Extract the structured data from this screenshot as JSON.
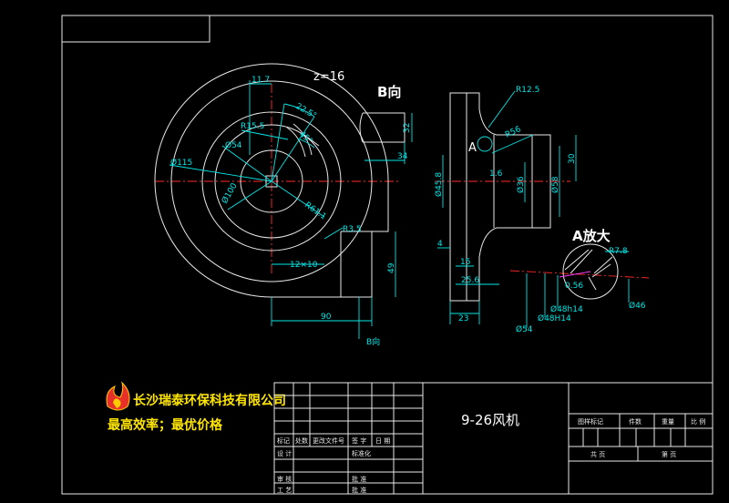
{
  "dimensions": {
    "d_11_7": "11.7",
    "z": "z=16",
    "ang_22_5": "22.5°",
    "ang_45": "45°",
    "r15_5": "R15.5",
    "d54": "Ø54",
    "d115": "Ø115",
    "d100": "Ø100",
    "r61_1": "R61.1",
    "r3_5": "R3.5",
    "d12x10": "12×10",
    "d49": "49",
    "d90": "90",
    "d32": "32",
    "d34": "34",
    "r12_5": "R12.5",
    "r56": "R56",
    "d30": "30",
    "d1_6": "1.6",
    "d45_8": "Ø45.8",
    "d36": "Ø36",
    "d58": "Ø58",
    "d4": "4",
    "d15": "15",
    "d25_6": "25.6",
    "d23": "23",
    "r7_8": "R7.8",
    "d0_56": "0.56",
    "d46": "Ø46",
    "d48h14a": "Ø48h14",
    "d48h14b": "Ø48H14",
    "d54b": "Ø54"
  },
  "labels": {
    "view_b": "B向",
    "view_b_arrow": "B向",
    "a_mark": "A",
    "a_detail": "A放大"
  },
  "logo": {
    "company": "长沙瑞泰环保科技有限公司",
    "slogan": "最高效率；最优价格"
  },
  "title_block": {
    "drawing_title": "9-26风机",
    "left_rows": {
      "r1": [
        "标记",
        "处数",
        "更改文件号",
        "签 字",
        "日 期"
      ],
      "r2": [
        "设 计",
        "标准化"
      ],
      "r3": [
        "审 核",
        "批 准"
      ],
      "r4": [
        "工 艺",
        "批 准"
      ]
    },
    "right_header": [
      "图样标记",
      "件数",
      "重量",
      "比 例"
    ],
    "right_footer": [
      "共 页",
      "第 页"
    ]
  },
  "colors": {
    "background": "#000000",
    "geometry": "#e8e8e8",
    "dimension": "#00e6e6",
    "centerline": "#ff2a2a",
    "logo_text": "#ffe600"
  }
}
